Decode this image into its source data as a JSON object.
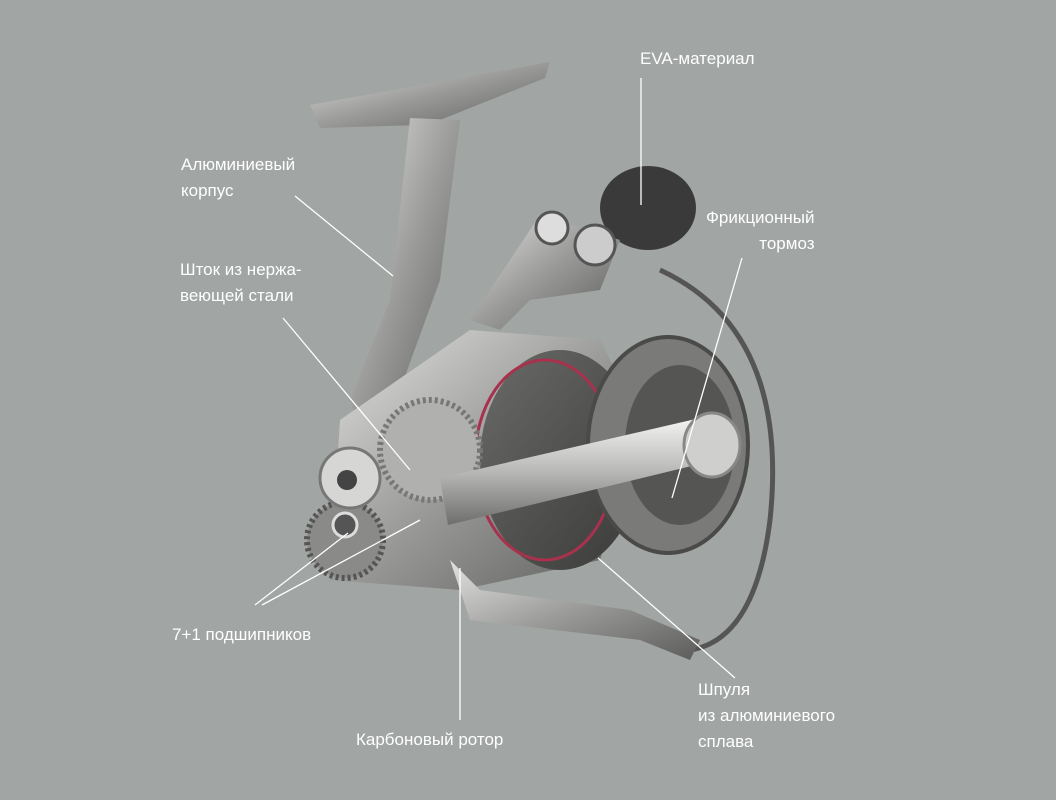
{
  "labels": {
    "eva": [
      "EVA-материал"
    ],
    "body": [
      "Алюминиевый",
      "корпус"
    ],
    "drag": [
      "Фрикционный",
      "тормоз"
    ],
    "shaft": [
      "Шток из нержа-",
      "веющей стали"
    ],
    "bearings": [
      "7+1 подшипников"
    ],
    "rotor": [
      "Карбоновый ротор"
    ],
    "spool": [
      "Шпуля",
      "из алюминиевого",
      "сплава"
    ]
  },
  "colors": {
    "background": "#a1a5a4",
    "text": "#ffffff",
    "accent": "#a8324e"
  }
}
